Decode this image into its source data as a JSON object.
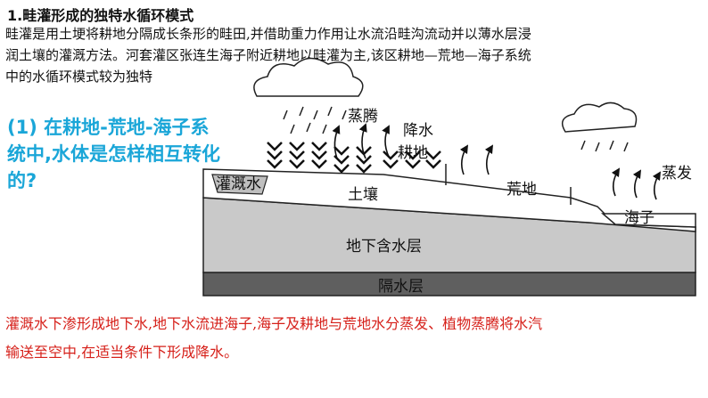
{
  "header": {
    "title": "1.畦灌形成的独特水循环模式"
  },
  "intro_lines": [
    "畦灌是用土埂将耕地分隔成长条形的畦田,并借助重力作用让水流沿畦沟流动并以薄水层浸",
    "润土壤的灌溉方法。河套灌区张连生海子附近耕地以畦灌为主,该区耕地—荒地—海子系统",
    "中的水循环模式较为独特"
  ],
  "question": "(1) 在耕地-荒地-海子系统中,水体是怎样相互转化的?",
  "diagram": {
    "labels": {
      "transpiration": "蒸腾",
      "precipitation": "降水",
      "farmland": "耕地",
      "irrigation_water": "灌溉水",
      "soil": "土壤",
      "wasteland": "荒地",
      "evaporation": "蒸发",
      "lake": "海子",
      "aquifer": "地下含水层",
      "aquiclude": "隔水层"
    }
  },
  "answer_lines": [
    "灌溉水下渗形成地下水,地下水流进海子,海子及耕地与荒地水分蒸发、植物蒸腾将水汽",
    "输送至空中,在适当条件下形成降水。"
  ]
}
